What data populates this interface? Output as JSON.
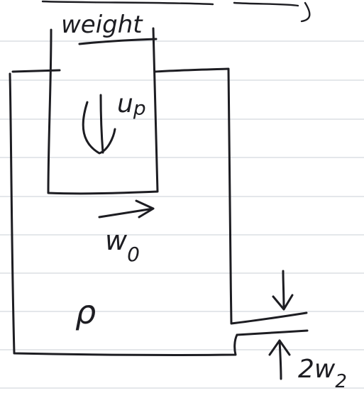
{
  "labels": {
    "weight": "weight",
    "piston_velocity": "u",
    "piston_velocity_sub": "p",
    "flow_velocity": "w",
    "flow_velocity_sub": "0",
    "density": "ρ",
    "outlet_velocity": "2w",
    "outlet_velocity_sub": "2"
  },
  "colors": {
    "ink": "#1d1d22",
    "paper": "#ffffff",
    "rule": "#c9cfd6"
  }
}
